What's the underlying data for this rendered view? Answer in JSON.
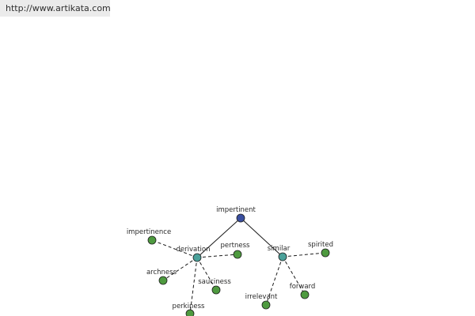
{
  "url": "http://www.artikata.com",
  "colors": {
    "root": "#3a4fa0",
    "hub": "#4aa19a",
    "leaf": "#4e9a3f",
    "node_stroke": "#1e1e1e",
    "edge": "#1a1a1a"
  },
  "graph": {
    "root": "impertinent",
    "nodes": [
      {
        "id": "impertinent",
        "label": "impertinent",
        "kind": "root"
      },
      {
        "id": "derivation",
        "label": "derivation",
        "kind": "hub"
      },
      {
        "id": "similar",
        "label": "similar",
        "kind": "hub"
      },
      {
        "id": "impertinence",
        "label": "impertinence",
        "kind": "leaf"
      },
      {
        "id": "pertness",
        "label": "pertness",
        "kind": "leaf"
      },
      {
        "id": "archness",
        "label": "archness",
        "kind": "leaf"
      },
      {
        "id": "sauciness",
        "label": "sauciness",
        "kind": "leaf"
      },
      {
        "id": "perkiness",
        "label": "perkiness",
        "kind": "leaf"
      },
      {
        "id": "spirited",
        "label": "spirited",
        "kind": "leaf"
      },
      {
        "id": "irrelevant",
        "label": "irrelevant",
        "kind": "leaf"
      },
      {
        "id": "forward",
        "label": "forward",
        "kind": "leaf"
      }
    ],
    "edges": [
      {
        "from": "impertinent",
        "to": "derivation",
        "style": "solid"
      },
      {
        "from": "impertinent",
        "to": "similar",
        "style": "solid"
      },
      {
        "from": "derivation",
        "to": "impertinence",
        "style": "dashed"
      },
      {
        "from": "derivation",
        "to": "pertness",
        "style": "dashed"
      },
      {
        "from": "derivation",
        "to": "archness",
        "style": "dashed"
      },
      {
        "from": "derivation",
        "to": "sauciness",
        "style": "dashed"
      },
      {
        "from": "derivation",
        "to": "perkiness",
        "style": "dashed"
      },
      {
        "from": "similar",
        "to": "spirited",
        "style": "dashed"
      },
      {
        "from": "similar",
        "to": "irrelevant",
        "style": "dashed"
      },
      {
        "from": "similar",
        "to": "forward",
        "style": "dashed"
      }
    ]
  }
}
